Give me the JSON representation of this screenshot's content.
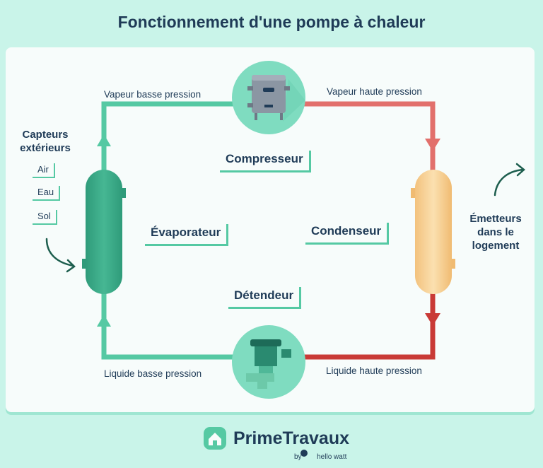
{
  "title": "Fonctionnement d'une pompe à chaleur",
  "flows": {
    "top_left": "Vapeur basse pression",
    "top_right": "Vapeur haute pression",
    "bottom_left": "Liquide basse pression",
    "bottom_right": "Liquide haute pression"
  },
  "components": {
    "compressor": "Compresseur",
    "evaporator": "Évaporateur",
    "condenser": "Condenseur",
    "expansion_valve": "Détendeur"
  },
  "sources": {
    "heading_line1": "Capteurs",
    "heading_line2": "extérieurs",
    "items": [
      "Air",
      "Eau",
      "Sol"
    ]
  },
  "emitters": {
    "line1": "Émetteurs",
    "line2": "dans le",
    "line3": "logement"
  },
  "brand": {
    "name": "PrimeTravaux",
    "by": "by",
    "partner": "hello watt"
  },
  "colors": {
    "cold": "#55c9a3",
    "hot_light": "#e2706c",
    "hot_dark": "#c93a36",
    "navy": "#1f3b57",
    "evaporator": "#3aaa88",
    "condenser": "#f6cf92"
  },
  "icons": {
    "compressor": "compressor-icon",
    "expansion_valve": "expansion-valve-icon",
    "brand_logo": "house-logo-icon"
  }
}
